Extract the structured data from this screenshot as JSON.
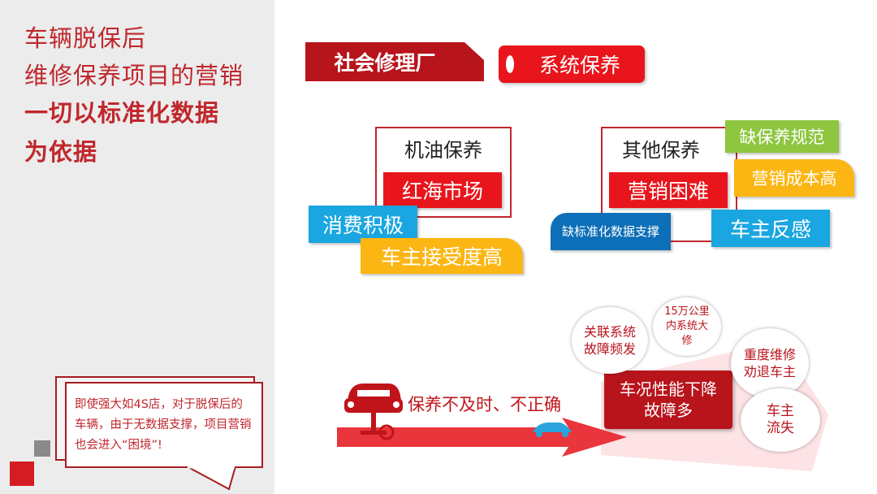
{
  "title": {
    "line1": "车辆脱保后",
    "line2": "维修保养项目的营销",
    "line3": "一切以标准化数据",
    "line4": "为依据"
  },
  "callout": {
    "text": "即使强大如4S店，对于脱保后的车辆，由于无数据支撑，项目营销也会进入“困境”!"
  },
  "header": {
    "label": "社会修理厂",
    "system": "系统保养"
  },
  "oil": {
    "title": "机油保养",
    "tag": "红海市场",
    "points": [
      "消费积极",
      "车主接受度高"
    ]
  },
  "other": {
    "title": "其他保养",
    "tag": "营销困难",
    "points": [
      "缺保养规范",
      "营销成本高",
      "缺标准化数据支撑",
      "车主反感"
    ]
  },
  "flow": {
    "cause": "保养不及时、不正确",
    "result": "车况性能下降故障多",
    "bubbles": [
      "关联系统故障频发",
      "15万公里内系统大修",
      "重度维修劝退车主",
      "车主流失"
    ]
  },
  "colors": {
    "red": "#e8151c",
    "darkred": "#b8141b",
    "blue": "#1aa6e0",
    "darkblue": "#0d6fb8",
    "yellow": "#fbb613",
    "green": "#8ec63f"
  }
}
